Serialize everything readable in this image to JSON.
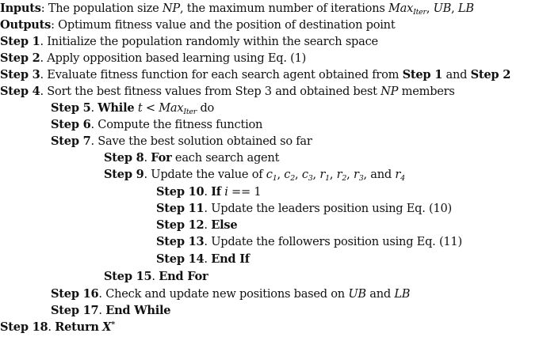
{
  "algorithm": {
    "inputs": {
      "label": "Inputs",
      "text_before": ": The population size ",
      "np": "NP",
      "text_mid": ", the maximum number of iterations ",
      "max_base": "Max",
      "max_sub": "Iter",
      "sep1": ", ",
      "ub": "UB",
      "sep2": ", ",
      "lb": "LB"
    },
    "outputs": {
      "label": "Outputs",
      "text": ": Optimum fitness value and the position of destination point"
    },
    "step1": {
      "label": "Step 1",
      "text": ". Initialize the population randomly within the search space"
    },
    "step2": {
      "label": "Step 2",
      "text": ". Apply opposition based learning using Eq. (1)"
    },
    "step3": {
      "label": "Step 3",
      "text": ". Evaluate fitness function for each search agent obtained from ",
      "ref1": "Step 1",
      "and": " and ",
      "ref2": "Step 2"
    },
    "step4": {
      "label": "Step 4",
      "text": ". Sort the best fitness values from Step 3 and obtained best ",
      "np": "NP",
      "tail": " members"
    },
    "step5": {
      "label": "Step 5",
      "dot": ". ",
      "kw": "While",
      "cond_t": "t",
      "cond_op": " < ",
      "max_base": "Max",
      "max_sub": "Iter",
      "tail": " do"
    },
    "step6": {
      "label": "Step 6",
      "text": ". Compute the fitness function"
    },
    "step7": {
      "label": "Step 7",
      "text": ". Save the best solution obtained so far"
    },
    "step8": {
      "label": "Step 8",
      "dot": ". ",
      "kw": "For",
      "tail": " each search agent"
    },
    "step9": {
      "label": "Step 9",
      "text": ". Update the value of ",
      "c": "c",
      "s1": "1",
      "s2": "2",
      "s3": "3",
      "s4": "4",
      "r": "r",
      "comma": ", ",
      "and": ", and "
    },
    "step10": {
      "label": "Step 10",
      "dot": ". ",
      "kw": "If",
      "var": "i",
      "op": " == 1"
    },
    "step11": {
      "label": "Step 11",
      "text": ". Update the leaders position using Eq. (10)"
    },
    "step12": {
      "label": "Step 12",
      "dot": ". ",
      "kw": "Else"
    },
    "step13": {
      "label": "Step 13",
      "text": ". Update the followers position using Eq. (11)"
    },
    "step14": {
      "label": "Step 14",
      "dot": ". ",
      "kw": "End If"
    },
    "step15": {
      "label": "Step 15",
      "dot": ". ",
      "kw": "End For"
    },
    "step16": {
      "label": "Step 16",
      "text": ". Check and update new positions based on ",
      "ub": "UB",
      "and": " and ",
      "lb": "LB"
    },
    "step17": {
      "label": "Step 17",
      "dot": ". ",
      "kw": "End While"
    },
    "step18": {
      "label": "Step 18",
      "dot": ". ",
      "kw": "Return",
      "var": "X",
      "sup": "*"
    }
  }
}
